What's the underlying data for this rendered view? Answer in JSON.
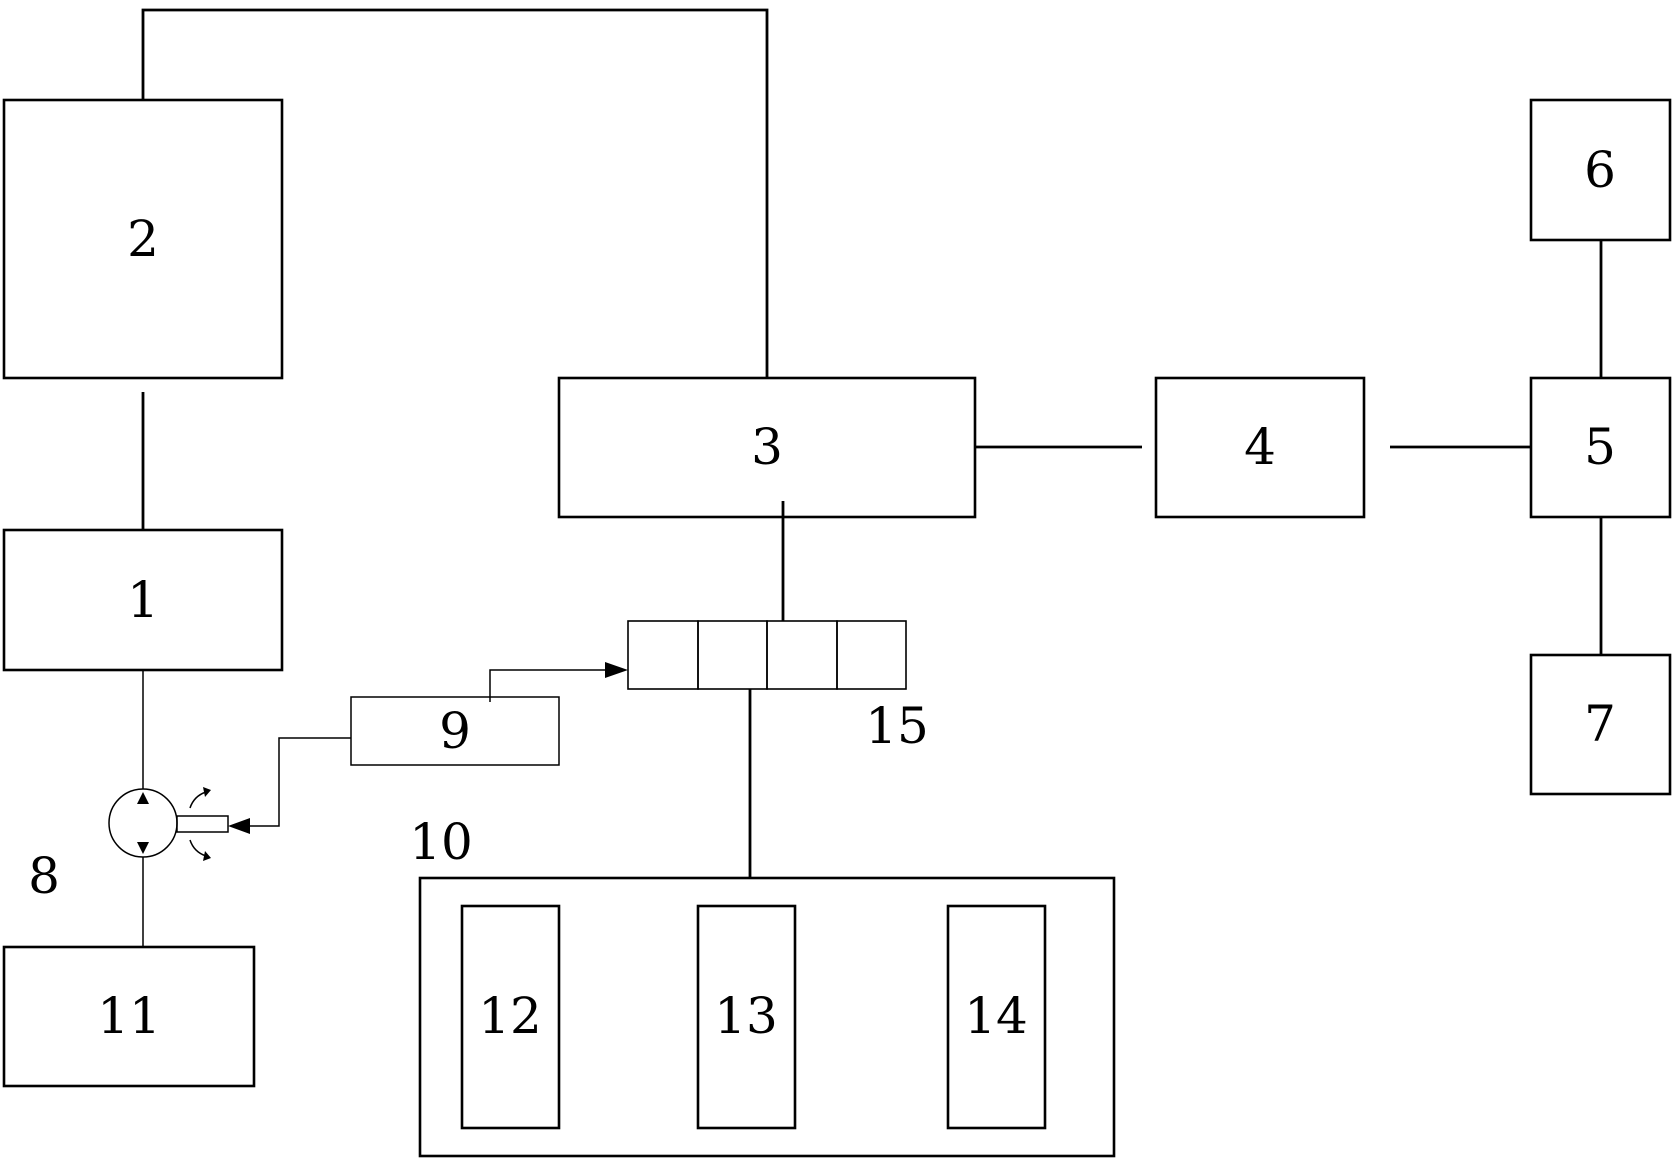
{
  "labels": {
    "b1": "1",
    "b2": "2",
    "b3": "3",
    "b4": "4",
    "b5": "5",
    "b6": "6",
    "b7": "7",
    "b8": "8",
    "b9": "9",
    "b10": "10",
    "b11": "11",
    "b12": "12",
    "b13": "13",
    "b14": "14",
    "b15": "15"
  },
  "colors": {
    "stroke": "#000000",
    "background": "#ffffff"
  }
}
